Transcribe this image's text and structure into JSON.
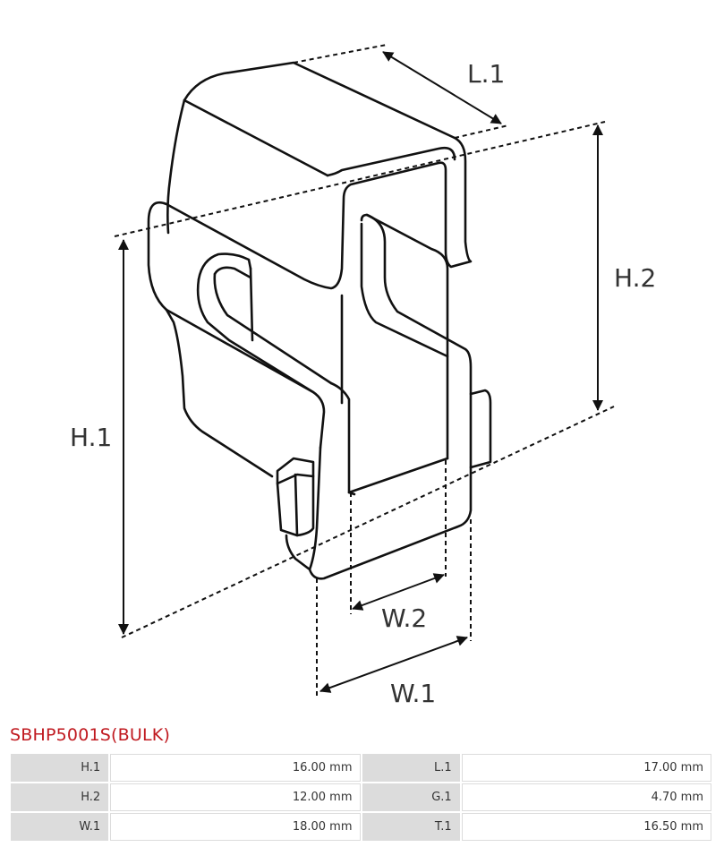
{
  "drawing": {
    "labels": {
      "l1": "L.1",
      "h2": "H.2",
      "h1": "H.1",
      "w2": "W.2",
      "w1": "W.1"
    }
  },
  "part_title": "SBHP5001S(BULK)",
  "specs": [
    {
      "left_key": "H.1",
      "left_val": "16.00 mm",
      "right_key": "L.1",
      "right_val": "17.00 mm"
    },
    {
      "left_key": "H.2",
      "left_val": "12.00 mm",
      "right_key": "G.1",
      "right_val": "4.70 mm"
    },
    {
      "left_key": "W.1",
      "left_val": "18.00 mm",
      "right_key": "T.1",
      "right_val": "16.50 mm"
    }
  ]
}
